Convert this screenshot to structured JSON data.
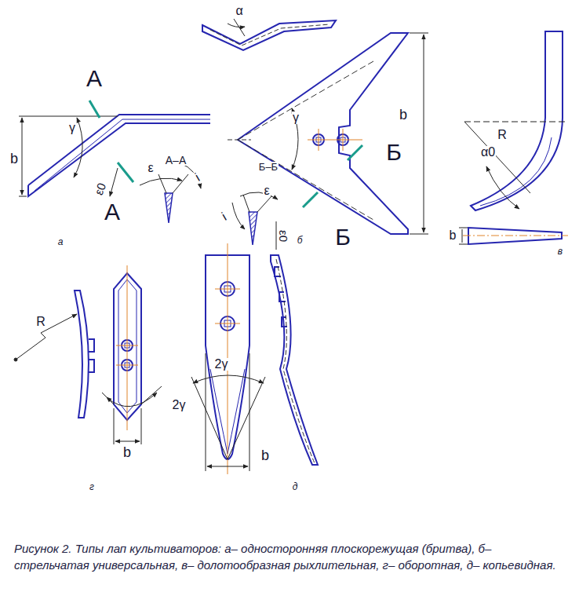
{
  "diagram": {
    "caption": "Рисунок 2. Типы лап культиваторов: а– односторонняя плоскорежущая (бритва), б– стрельчатая универсальная, в– долотообразная рыхлительная, г– оборотная, д– копьевидная.",
    "labels": [
      "α",
      "А",
      "b",
      "γ",
      "А–А",
      "ε",
      "i",
      "А",
      "ε0",
      "а",
      "γ",
      "Б",
      "b",
      "Б–Б",
      "ε",
      "i",
      "ε0",
      "Б",
      "б",
      "R",
      "α0",
      "b",
      "в",
      "R",
      "2γ",
      "b",
      "г",
      "2γ",
      "b",
      "д"
    ]
  }
}
